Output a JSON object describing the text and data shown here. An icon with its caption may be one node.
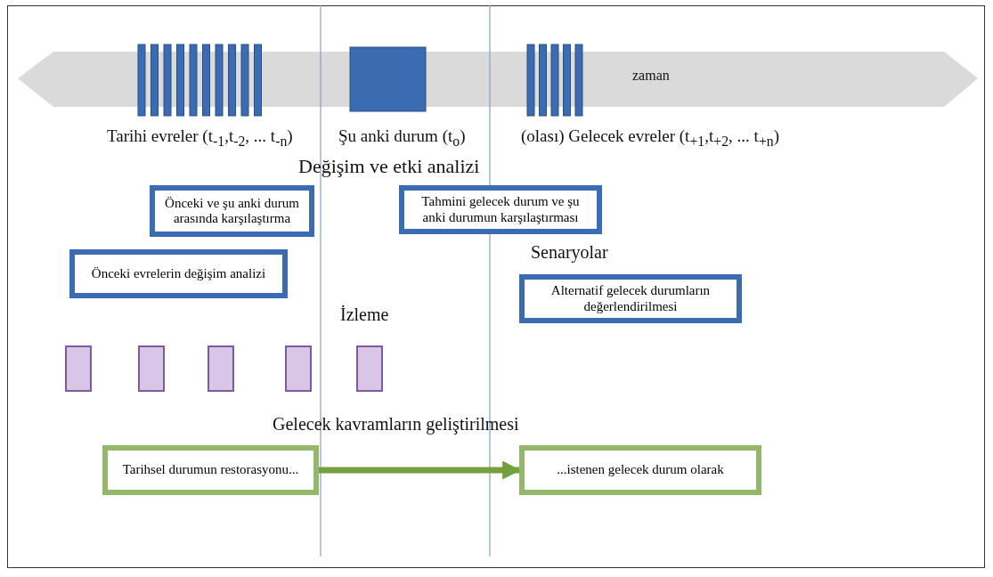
{
  "diagram": {
    "nodes": [
      {
        "text": [
          "Önceki ve şu anki durum arasında karşılaştırma"
        ]
      },
      {
        "text": [
          "Tahmini gelecek durum ve şu anki durumun karşılaştırması"
        ]
      },
      {
        "text": [
          "Önceki evrelerin değişim analizi"
        ]
      },
      {
        "text": [
          "Alternatif gelecek durumların değerlendirilmesi"
        ]
      },
      {
        "text": [],
        "shape": "box"
      },
      {
        "text": [],
        "shape": "box"
      },
      {
        "text": [],
        "shape": "box"
      },
      {
        "text": [],
        "shape": "box"
      },
      {
        "text": [],
        "shape": "box"
      },
      {
        "text": [
          "Tarihsel durumun restorasyonu..."
        ]
      },
      {
        "text": [
          "...istenen gelecek durum olarak"
        ]
      }
    ],
    "edges": [
      {
        "from": 9,
        "to": 10,
        "arrow": "to"
      }
    ],
    "labels": [
      "zaman",
      "Tarihi evreler (t$_{-1}$,t$_{-2}$, ... t$_{-n}$)",
      "Şu anki durum (t$_{o}$)",
      "(olası) Gelecek evreler (t$_{+1}$,t$_{+2}$, ... t$_{+n}$)",
      "Değişim ve etki analizi",
      "Senaryolar",
      "İzleme",
      "Gelecek kavramların geliştirilmesi"
    ]
  }
}
